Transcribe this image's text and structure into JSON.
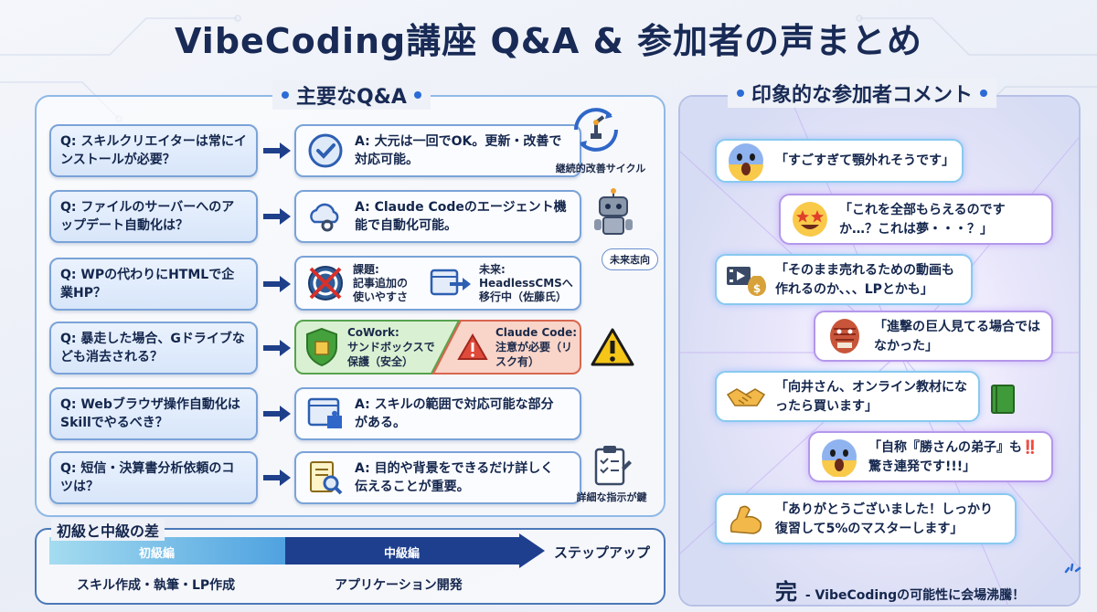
{
  "title": "VibeCoding講座 Q&A & 参加者の声まとめ",
  "qa": {
    "heading": "主要なQ&A",
    "items": [
      {
        "q": "Q: スキルクリエイターは常にインストールが必要？",
        "a": "A: 大元は一回でOK。更新・改善で対応可能。",
        "side": "継続的改善サイクル",
        "icon": "check-icon"
      },
      {
        "q": "Q: ファイルのサーバーへのアップデート自動化は？",
        "a": "A: Claude Codeのエージェント機能で自動化可能。",
        "side": "",
        "icon": "cloud-gear-icon"
      },
      {
        "q": "Q: WPの代わりにHTMLで企業HP？",
        "a": "",
        "side": "",
        "icon": "wordpress-crossed-icon"
      },
      {
        "q": "Q: 暴走した場合、Gドライブなども消去される？",
        "a": "",
        "side": "",
        "icon": "shield-icon"
      },
      {
        "q": "Q: Webブラウザ操作自動化はSkillでやるべき？",
        "a": "A: スキルの範囲で対応可能な部分がある。",
        "side": "",
        "icon": "browser-puzzle-icon"
      },
      {
        "q": "Q: 短信・決算書分析依頼のコツは？",
        "a": "A: 目的や背景をできるだけ詳しく伝えることが重要。",
        "side": "詳細な指示が鍵",
        "icon": "document-search-icon"
      }
    ],
    "wp": {
      "issue_label": "課題:",
      "issue_text": "記事追加の使いやすさ",
      "future_label": "未来:",
      "future_text": "HeadlessCMSへ移行中（佐藤氏）",
      "badge": "未来志向"
    },
    "safety": {
      "cowork_label": "CoWork:",
      "cowork_text": "サンドボックスで保護（安全）",
      "claude_label": "Claude Code:",
      "claude_text": "注意が必要（リスク有）"
    }
  },
  "comments": {
    "heading": "印象的な参加者コメント",
    "items": [
      {
        "text": "「すごすぎて顎外れそうです」",
        "emoji": "scream-face-icon"
      },
      {
        "text": "「これを全部もらえるのですか…？これは夢・・・？」",
        "emoji": "star-struck-face-icon"
      },
      {
        "text": "「そのまま売れるための動画も作れるのか、、、LPとかも」",
        "emoji": "film-money-icon"
      },
      {
        "text": "「進撃の巨人見てる場合ではなかった」",
        "emoji": "titan-icon"
      },
      {
        "text": "「向井さん、オンライン教材になったら買います」",
        "emoji": "handshake-icon"
      },
      {
        "text": "「自称『勝さんの弟子』も‼️驚き連発です!!!」",
        "emoji": "scream-face-icon"
      },
      {
        "text": "「ありがとうございました！しっかり復習して5%のマスターします」",
        "emoji": "flexed-biceps-icon"
      }
    ],
    "final_kanji": "完",
    "final_text": "- VibeCodingの可能性に会場沸騰！"
  },
  "levels": {
    "heading": "初級と中級の差",
    "beginner": "初級編",
    "intermediate": "中級編",
    "step_up": "ステップアップ",
    "beginner_desc": "スキル作成・執筆・LP作成",
    "intermediate_desc": "アプリケーション開発"
  },
  "colors": {
    "navy": "#182a55",
    "accent": "#2b6bd6",
    "safe": "#d9f1d2",
    "risk": "#f9d4c8"
  }
}
